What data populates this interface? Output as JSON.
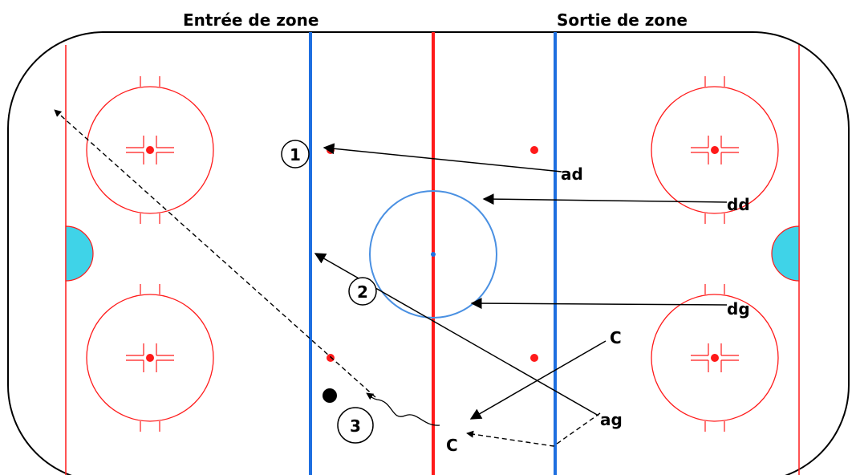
{
  "titles": {
    "left": "Entrée de zone",
    "right": "Sortie de zone"
  },
  "players": {
    "ad": "ad",
    "dd": "dd",
    "dg": "dg",
    "ag": "ag",
    "c_top": "C",
    "c_bottom": "C"
  },
  "steps": {
    "one": "1",
    "two": "2",
    "three": "3"
  },
  "colors": {
    "red_line": "#ff1a1a",
    "blue_line": "#1e6fe0",
    "crease": "#3fd3e8",
    "center_circle": "#4a90e2"
  }
}
